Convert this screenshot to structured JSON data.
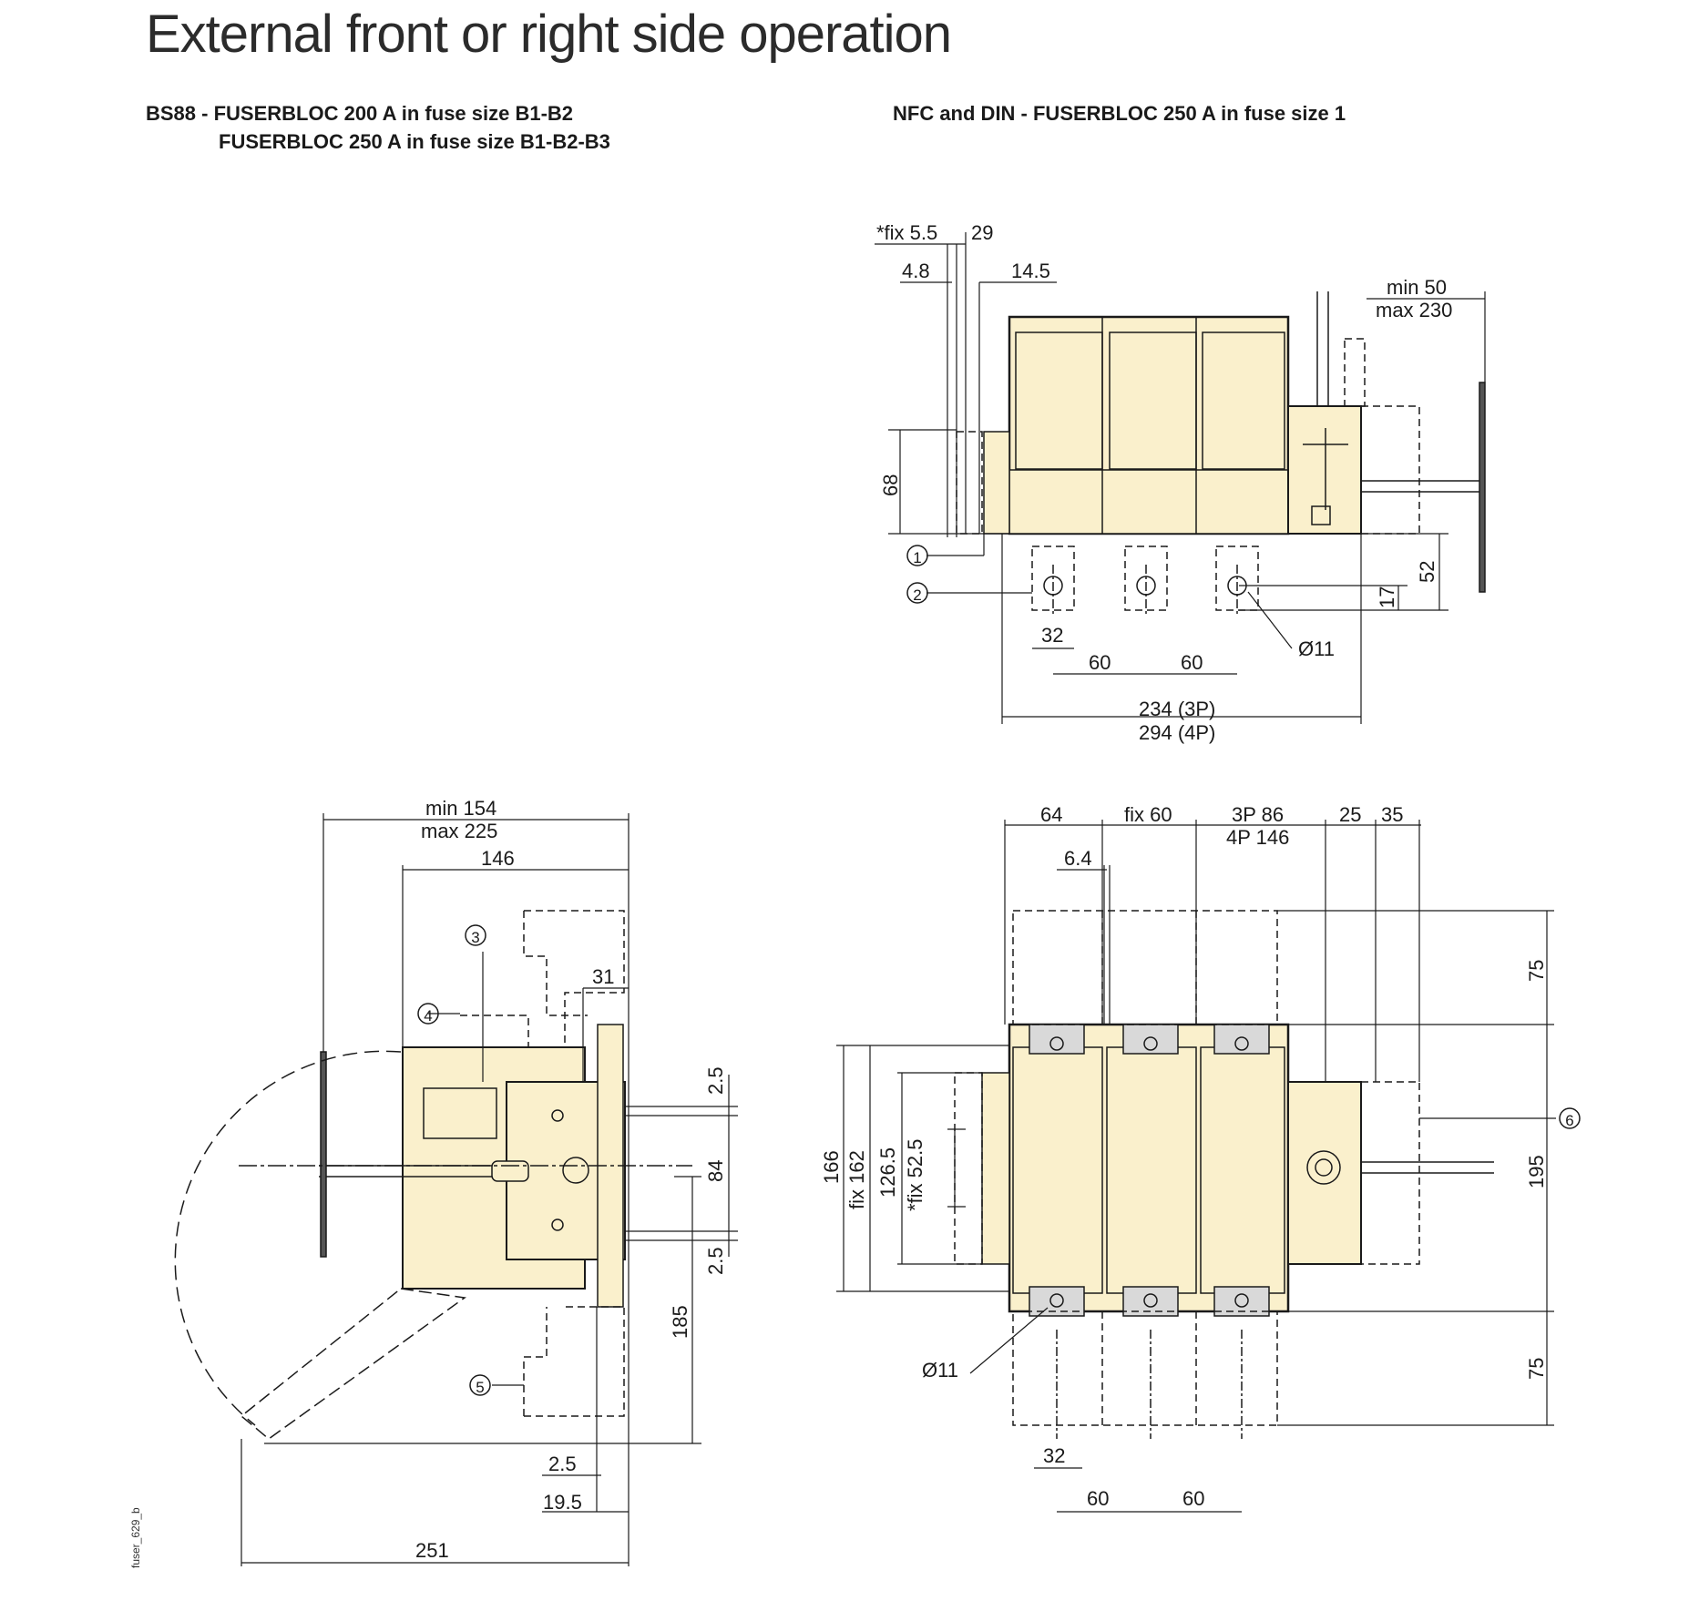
{
  "title": "External front or right side operation",
  "left_heading": {
    "line1": "BS88 - FUSERBLOC 200 A in fuse size B1-B2",
    "line2": "FUSERBLOC 250 A in fuse size B1-B2-B3"
  },
  "right_heading": "NFC and DIN - FUSERBLOC 250 A in fuse size 1",
  "callouts": [
    "1",
    "2",
    "3",
    "4",
    "5",
    "6"
  ],
  "top_view": {
    "fix55": "*fix 5.5",
    "d29": "29",
    "d48": "4.8",
    "d145": "14.5",
    "min50": "min 50",
    "max230": "max 230",
    "d68": "68",
    "d52": "52",
    "d17": "17",
    "d32": "32",
    "d60a": "60",
    "d60b": "60",
    "hole": "Ø11",
    "w3p": "234 (3P)",
    "w4p": "294 (4P)"
  },
  "side_view": {
    "min154": "min 154",
    "max225": "max 225",
    "d146": "146",
    "d31": "31",
    "d25a": "2.5",
    "d84": "84",
    "d25b": "2.5",
    "d185": "185",
    "d25c": "2.5",
    "d195": "19.5",
    "d251": "251"
  },
  "front_view": {
    "d64": "64",
    "fix60": "fix 60",
    "p3": "3P 86",
    "p4": "4P 146",
    "d25": "25",
    "d35": "35",
    "d64b": "6.4",
    "d75a": "75",
    "d195": "195",
    "d75b": "75",
    "d166": "166",
    "fix162": "fix 162",
    "d1265": "126.5",
    "fix525": "*fix 52.5",
    "hole": "Ø11",
    "d32": "32",
    "d60a": "60",
    "d60b": "60"
  },
  "drawing_ref": "fuser_629_b",
  "colors": {
    "body": "#faf0cc",
    "terminal": "#d9d9d9",
    "line": "#1a1a1a"
  }
}
